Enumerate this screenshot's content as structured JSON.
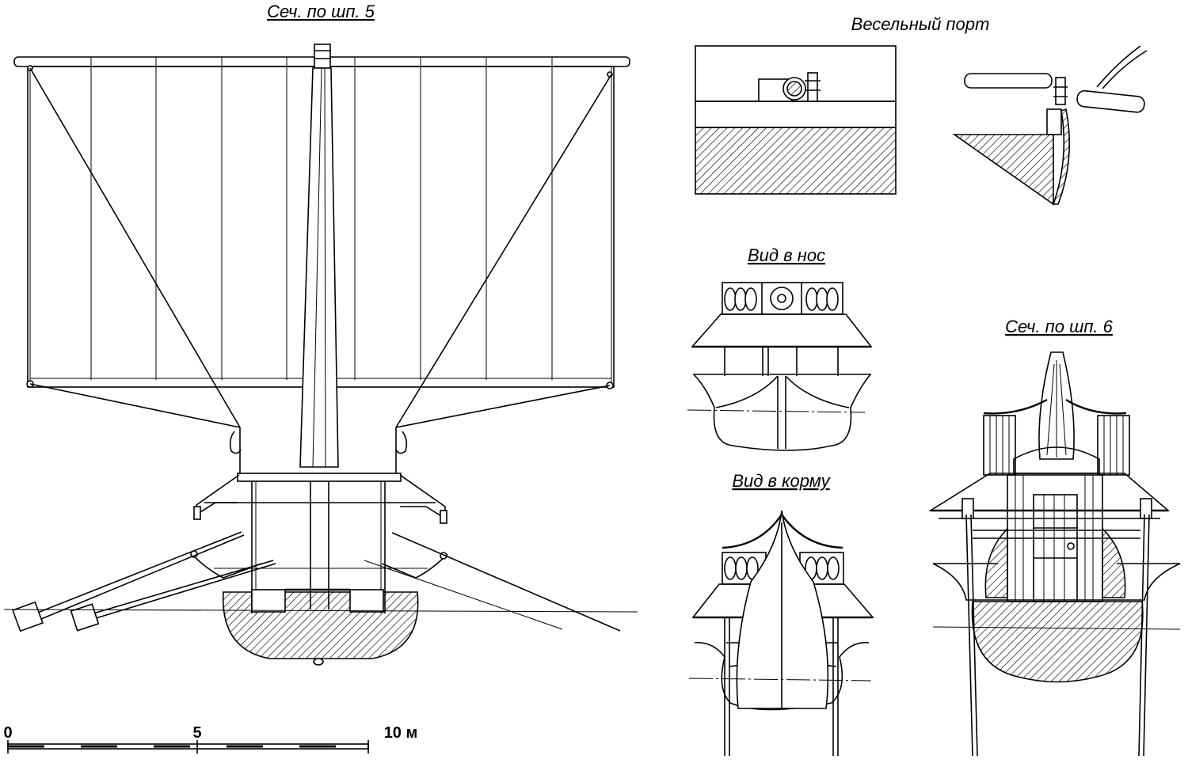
{
  "labels": {
    "section5": "Сеч. по шп. 5",
    "oar_port": "Весельный порт",
    "bow_view": "Вид в нос",
    "stern_view": "Вид в корму",
    "section6": "Сеч. по шп. 6"
  },
  "scale_bar": {
    "ticks": [
      "0",
      "5",
      "10 м"
    ]
  },
  "colors": {
    "ink": "#000000",
    "paper": "#ffffff"
  }
}
